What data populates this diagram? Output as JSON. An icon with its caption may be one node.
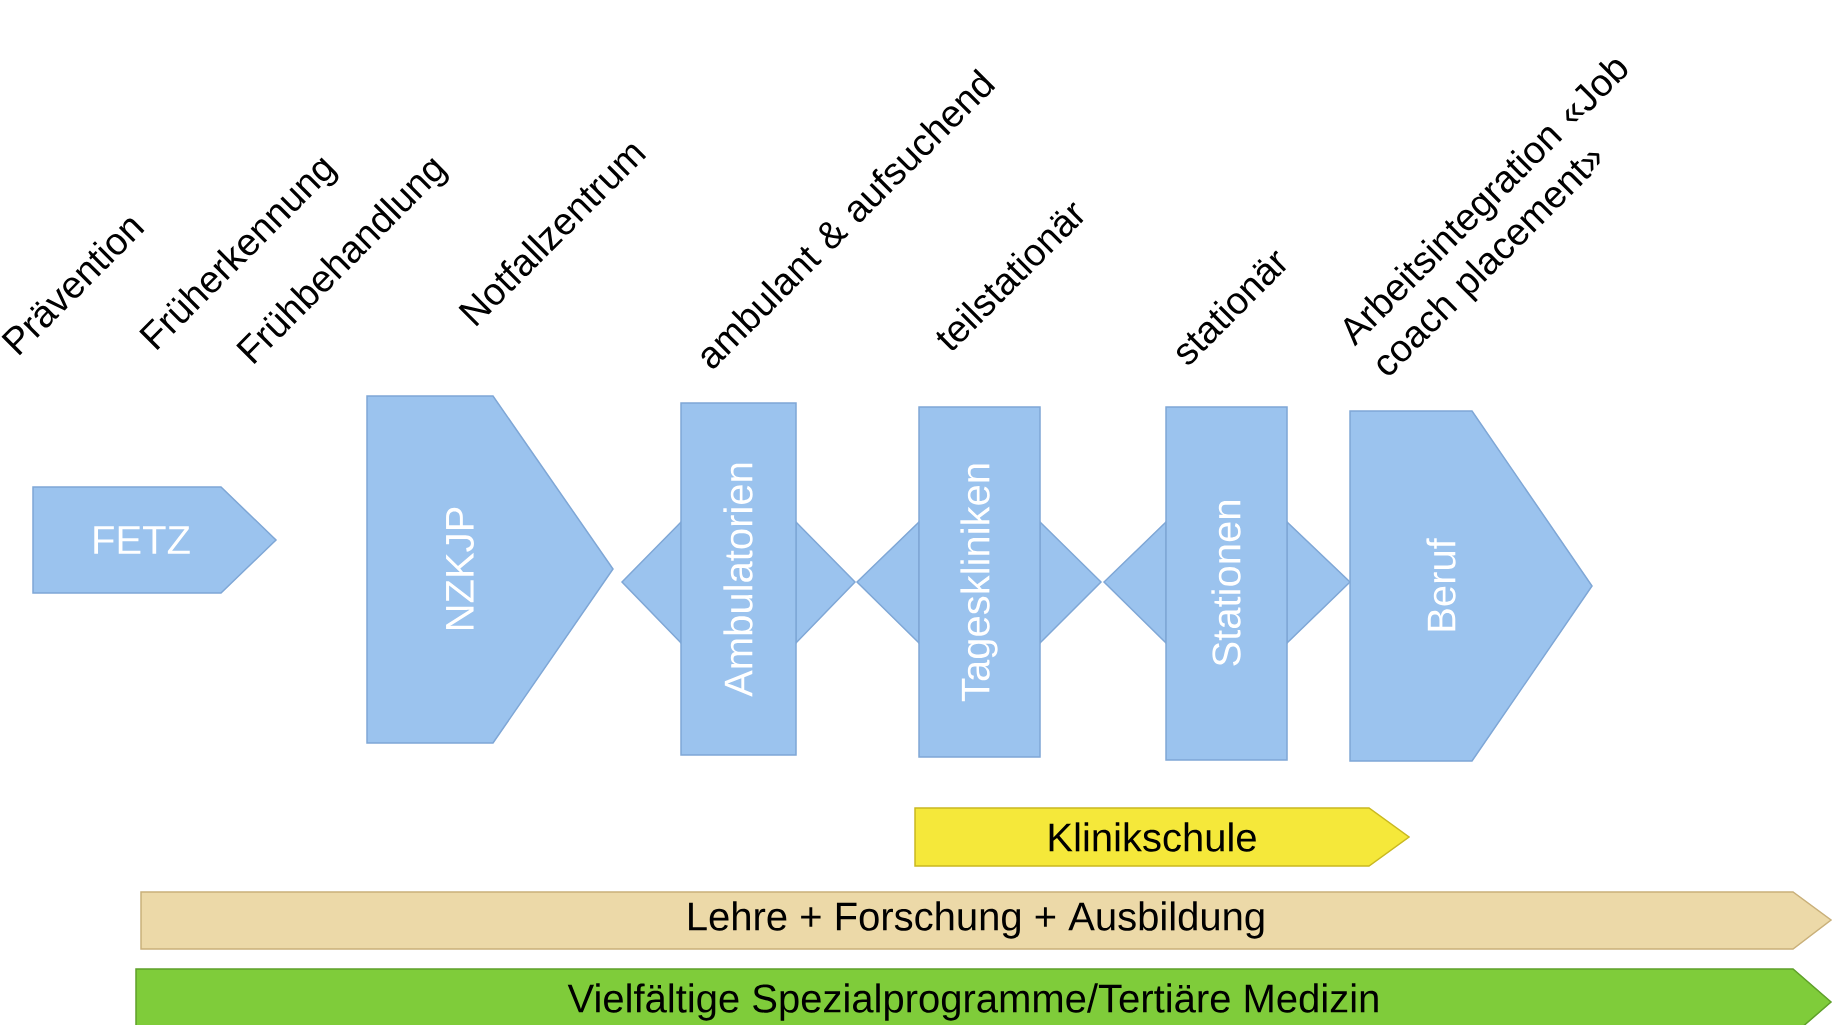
{
  "diagram": {
    "nodes": [
      {
        "text": [
          "FETZ"
        ]
      },
      {
        "text": [
          "NZKJP"
        ]
      },
      {
        "text": [
          "Ambulatorien"
        ]
      },
      {
        "text": [
          "Tageskliniken"
        ]
      },
      {
        "text": [
          "Stationen"
        ]
      },
      {
        "text": [
          "Beruf"
        ]
      },
      {
        "text": [
          "Klinikschule"
        ]
      },
      {
        "text": [
          "Lehre + Forschung + Ausbildung"
        ]
      },
      {
        "text": [
          "Vielfältige Spezialprogramme/Tertiäre Medizin"
        ]
      }
    ],
    "labels": [
      "Prävention",
      "Früherkennung",
      "Frühbehandlung",
      "Notfallzentrum",
      "ambulant & aufsuchend",
      "teilstationär",
      "stationär",
      "Arbeitsintegration «Job coach placement»"
    ]
  }
}
